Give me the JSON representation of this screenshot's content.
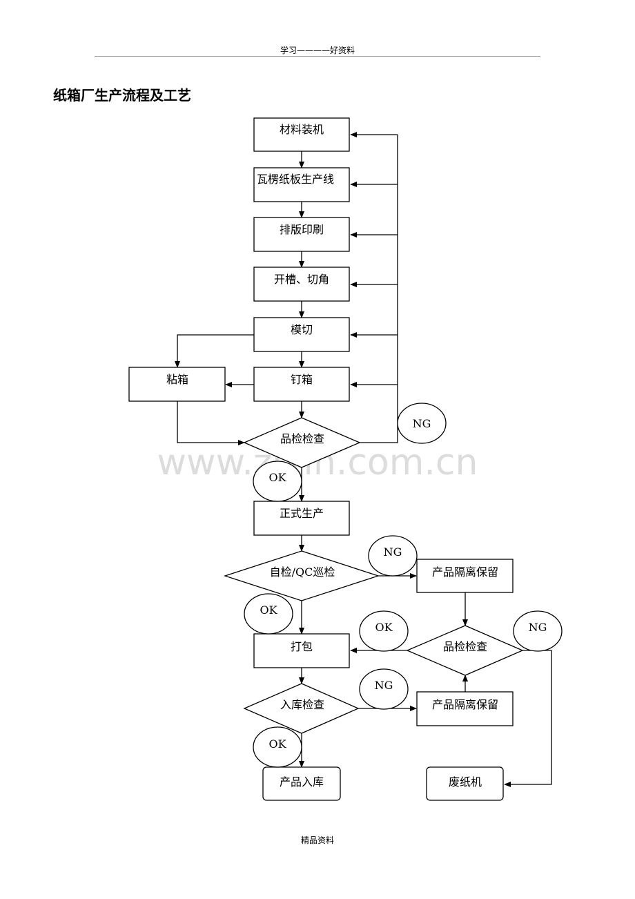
{
  "header": {
    "text": "学习————好资料"
  },
  "title": "纸箱厂生产流程及工艺",
  "watermark": "www.zixin.com.cn",
  "footer": {
    "text": "精品资料"
  },
  "nodes": {
    "material_loading": "材料装机",
    "corrugated_line": "瓦楞纸板生产线",
    "layout_printing": "排版印刷",
    "slotting_corner": "开槽、切角",
    "die_cutting": "模切",
    "gluing": "粘箱",
    "stitching": "钉箱",
    "first_inspection": "品检检查",
    "formal_production": "正式生产",
    "self_check_qc": "自检/QC巡检",
    "isolation_hold_1": "产品隔离保留",
    "packing": "打包",
    "recheck": "品检检查",
    "isolation_hold_2": "产品隔离保留",
    "storage_check": "入库检查",
    "product_storage": "产品入库",
    "waste_machine": "废纸机"
  },
  "labels": {
    "ng_1": "NG",
    "ok_1": "OK",
    "ng_2": "NG",
    "ok_2": "OK",
    "ok_3": "OK",
    "ng_3": "NG",
    "ng_4": "NG",
    "ok_4": "OK"
  }
}
